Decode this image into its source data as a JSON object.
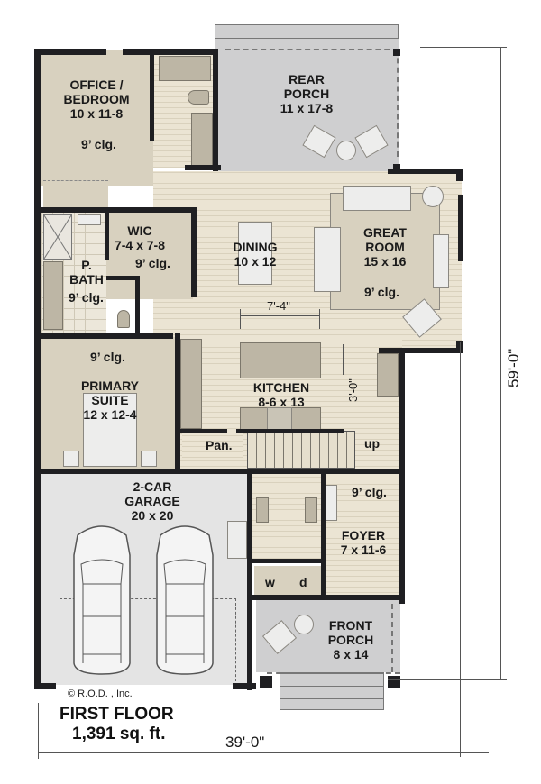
{
  "plan": {
    "title": "FIRST FLOOR",
    "area": "1,391 sq. ft.",
    "copyright": "© R.O.D. , Inc.",
    "overall_width": "39'-0\"",
    "overall_depth": "59'-0\""
  },
  "rooms": {
    "office": {
      "name_line1": "OFFICE /",
      "name_line2": "BEDROOM",
      "size": "10 x 11-8",
      "ceiling": "9’ clg."
    },
    "rear_porch": {
      "name_line1": "REAR",
      "name_line2": "PORCH",
      "size": "11 x 17-8"
    },
    "wic": {
      "name": "WIC",
      "size": "7-4 x 7-8",
      "ceiling": "9’ clg."
    },
    "primary_bath": {
      "name_line1": "P.",
      "name_line2": "BATH",
      "ceiling": "9’ clg."
    },
    "dining": {
      "name": "DINING",
      "size": "10 x 12"
    },
    "great_room": {
      "name_line1": "GREAT",
      "name_line2": "ROOM",
      "size": "15 x 16",
      "ceiling": "9’ clg."
    },
    "primary_suite": {
      "name_line1": "PRIMARY",
      "name_line2": "SUITE",
      "size": "12 x 12-4",
      "ceiling": "9’ clg."
    },
    "kitchen": {
      "name": "KITCHEN",
      "size": "8-6 x 13"
    },
    "pantry": {
      "name": "Pan."
    },
    "stairs": {
      "label": "up"
    },
    "garage": {
      "name_line1": "2-CAR",
      "name_line2": "GARAGE",
      "size": "20 x 20"
    },
    "foyer": {
      "name": "FOYER",
      "size": "7 x 11-6",
      "ceiling": "9’ clg."
    },
    "laundry": {
      "washer": "w",
      "dryer": "d"
    },
    "front_porch": {
      "name_line1": "FRONT",
      "name_line2": "PORCH",
      "size": "8 x 14"
    }
  },
  "dimensions": {
    "island_clearance": "7'-4\"",
    "aisle_clearance": "3'-0\""
  },
  "colors": {
    "wall": "#1f1f22",
    "wood_floor": "#ebe4d3",
    "carpet": "#d8d1bf",
    "concrete": "#cfcfd0",
    "garage": "#e4e4e4"
  }
}
